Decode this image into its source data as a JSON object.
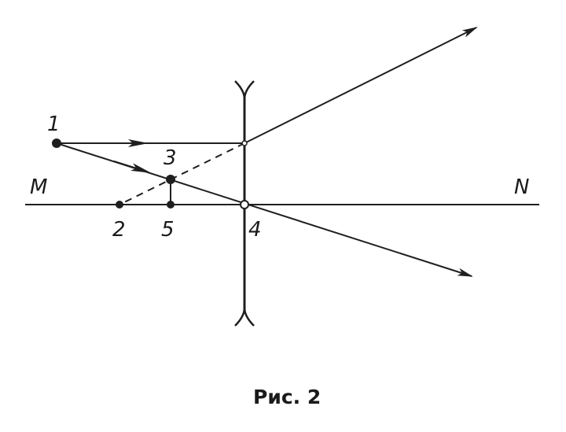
{
  "diagram": {
    "axis_labels": {
      "left": "M",
      "right": "N"
    },
    "point_labels": {
      "p1": "1",
      "p2": "2",
      "p3": "3",
      "p4": "4",
      "p5": "5"
    },
    "caption": "Рис. 2",
    "ink_color": "#1f1f1f"
  }
}
